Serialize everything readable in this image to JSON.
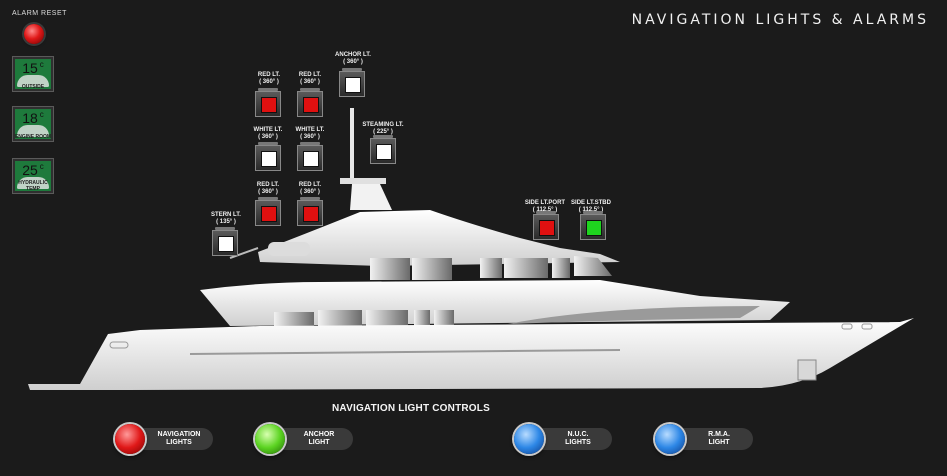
{
  "header": {
    "title": "NAVIGATION LIGHTS  & ALARMS"
  },
  "alarm": {
    "label": "ALARM RESET",
    "color": "#e01818"
  },
  "gauges": [
    {
      "value": "15",
      "unit": "c",
      "label": "OUTSIDE"
    },
    {
      "value": "18",
      "unit": "c",
      "label": "ENGINE ROOM"
    },
    {
      "value": "25",
      "unit": "c",
      "label": "HYDRAULIC TEMP"
    }
  ],
  "lights": {
    "red_1": {
      "name": "RED LT.",
      "angle": "( 360° )",
      "state": "red"
    },
    "red_2": {
      "name": "RED LT.",
      "angle": "( 360° )",
      "state": "red"
    },
    "anchor": {
      "name": "ANCHOR LT.",
      "angle": "( 360° )",
      "state": "white"
    },
    "white_1": {
      "name": "WHITE LT.",
      "angle": "( 360° )",
      "state": "white"
    },
    "white_2": {
      "name": "WHITE LT.",
      "angle": "( 360° )",
      "state": "white"
    },
    "steaming": {
      "name": "STEAMING LT.",
      "angle": "( 225° )",
      "state": "white"
    },
    "red_3": {
      "name": "RED LT.",
      "angle": "( 360° )",
      "state": "red"
    },
    "red_4": {
      "name": "RED LT.",
      "angle": "( 360° )",
      "state": "red"
    },
    "stern": {
      "name": "STERN LT.",
      "angle": "( 135° )",
      "state": "white"
    },
    "side_port": {
      "name": "SIDE LT.PORT",
      "angle": "( 112,5° )",
      "state": "red"
    },
    "side_stbd": {
      "name": "SIDE LT.STBD",
      "angle": "( 112,5° )",
      "state": "green"
    }
  },
  "controls": {
    "title": "NAVIGATION LIGHT CONTROLS",
    "buttons": [
      {
        "line1": "NAVIGATION",
        "line2": "LIGHTS",
        "color": "red"
      },
      {
        "line1": "ANCHOR",
        "line2": "LIGHT",
        "color": "green"
      },
      {
        "line1": "N.U.C.",
        "line2": "LIGHTS",
        "color": "blue"
      },
      {
        "line1": "R.M.A.",
        "line2": "LIGHT",
        "color": "blue"
      }
    ]
  }
}
